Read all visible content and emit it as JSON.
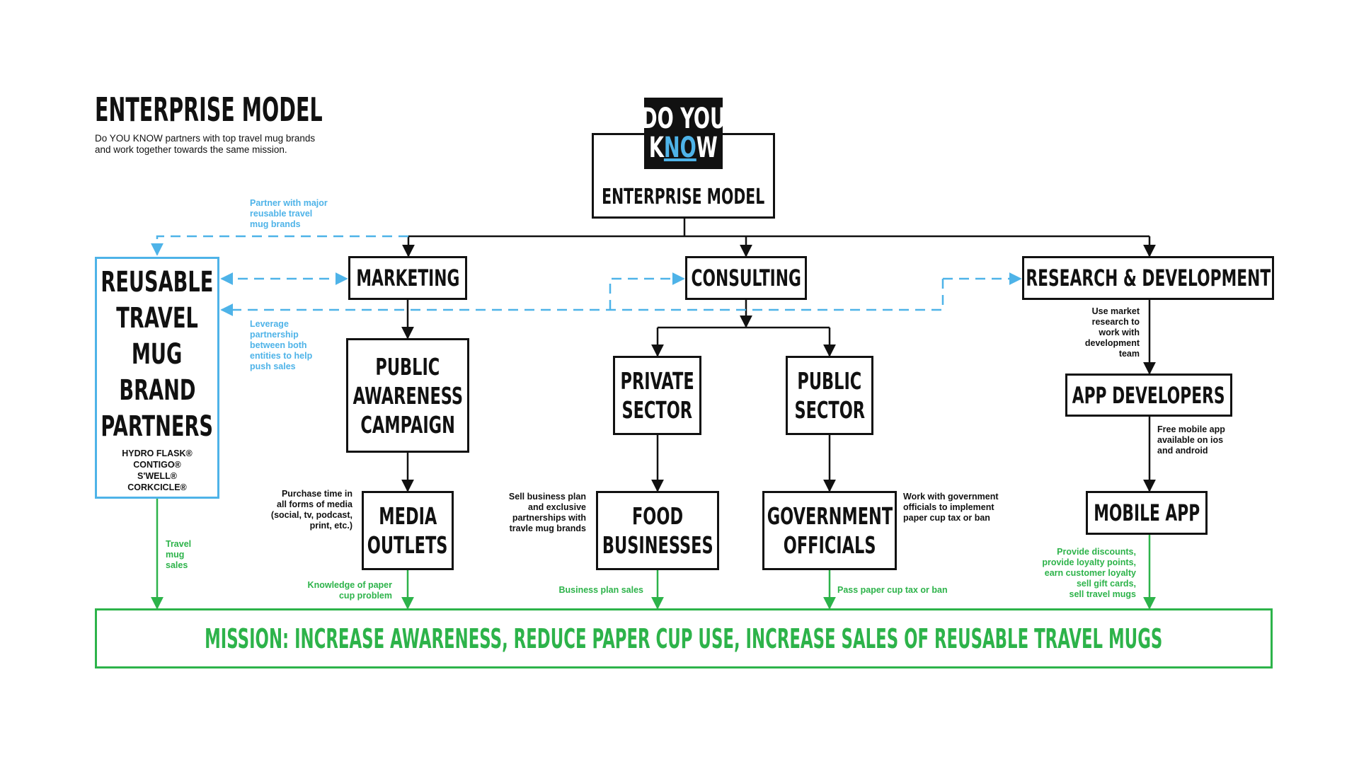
{
  "header": {
    "title": "ENTERPRISE MODEL",
    "subtitle_lines": [
      "Do YOU KNOW partners with top travel mug brands",
      "and work together towards the same mission."
    ]
  },
  "logo": {
    "line1": "DO YOU",
    "line2_k": "K",
    "line2_no": "NO",
    "line2_w": "W",
    "caption": "ENTERPRISE MODEL"
  },
  "nodes": {
    "partners": {
      "lines": [
        "REUSABLE",
        "TRAVEL",
        "MUG",
        "BRAND",
        "PARTNERS"
      ],
      "brands": [
        "HYDRO FLASK®",
        "CONTIGO®",
        "S'WELL®",
        "CORKCICLE®"
      ]
    },
    "marketing": "MARKETING",
    "consulting": "CONSULTING",
    "rnd": "RESEARCH & DEVELOPMENT",
    "campaign": [
      "PUBLIC",
      "AWARENESS",
      "CAMPAIGN"
    ],
    "private": [
      "PRIVATE",
      "SECTOR"
    ],
    "public": [
      "PUBLIC",
      "SECTOR"
    ],
    "appdev": "APP DEVELOPERS",
    "media": [
      "MEDIA",
      "OUTLETS"
    ],
    "food": [
      "FOOD",
      "BUSINESSES"
    ],
    "gov": [
      "GOVERNMENT",
      "OFFICIALS"
    ],
    "mobile": "MOBILE APP",
    "mission": "MISSION: INCREASE AWARENESS, REDUCE PAPER CUP USE, INCREASE SALES OF REUSABLE TRAVEL MUGS"
  },
  "notes": {
    "partner_major": [
      "Partner with major",
      "reusable travel",
      "mug brands"
    ],
    "leverage": [
      "Leverage",
      "partnership",
      "between both",
      "entities to help",
      "push sales"
    ],
    "travel_sales": [
      "Travel",
      "mug",
      "sales"
    ],
    "purchase_time": [
      "Purchase time in",
      "all forms of media",
      "(social, tv, podcast,",
      "print, etc.)"
    ],
    "knowledge": [
      "Knowledge of paper",
      "cup problem"
    ],
    "sell_plan": [
      "Sell business plan",
      "and exclusive",
      "partnerships with",
      "travle mug brands"
    ],
    "plan_sales": [
      "Business plan sales"
    ],
    "work_gov": [
      "Work with government",
      "officials to implement",
      "paper cup tax or ban"
    ],
    "pass_tax": [
      "Pass paper cup tax or ban"
    ],
    "market_research": [
      "Use market",
      "research to",
      "work with",
      "development",
      "team"
    ],
    "free_app": [
      "Free mobile app",
      "available on ios",
      "and android"
    ],
    "discounts": [
      "Provide discounts,",
      "provide loyalty points,",
      "earn customer loyalty",
      "sell gift cards,",
      "sell travel mugs"
    ]
  },
  "colors": {
    "ink": "#111111",
    "blue": "#4eb3e8",
    "green": "#2db34a",
    "logo_bg": "#111111",
    "logo_accent": "#4eb3e8"
  }
}
